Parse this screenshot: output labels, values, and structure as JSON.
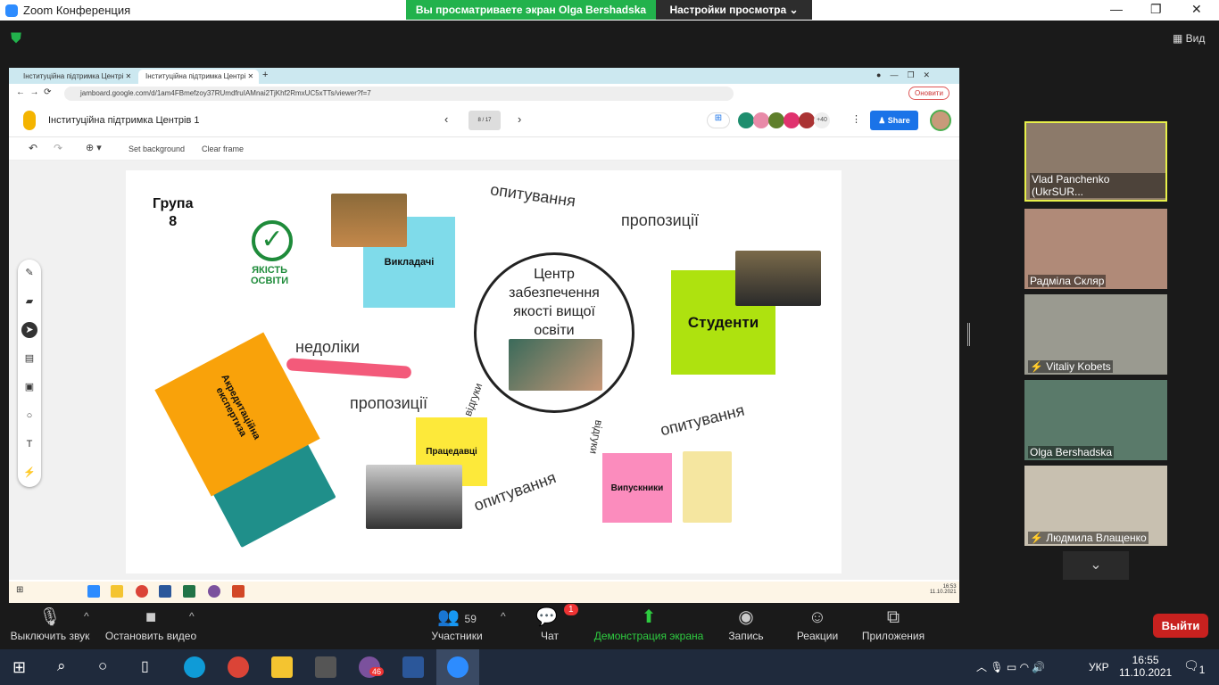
{
  "zoom": {
    "title": "Zoom Конференция",
    "banner": "Вы просматриваете экран Olga Bershadska",
    "view_options": "Настройки просмотра",
    "view_label": "Вид"
  },
  "browser": {
    "tabs": [
      "Інституційна підтримка Центрі",
      "Інституційна підтримка Центрі"
    ],
    "url": "jamboard.google.com/d/1am4FBmefzoy37RUmdfruIAMnai2TjKhf2RmxUC5xTTs/viewer?f=7",
    "update_button": "Оновити"
  },
  "jamboard": {
    "title": "Інституційна підтримка Центрів 1",
    "frame_counter": "8 / 17",
    "share": "Share",
    "extra_collaborators": "+40",
    "toolbar": {
      "set_background": "Set background",
      "clear_frame": "Clear frame"
    }
  },
  "board": {
    "group": "Група\n8",
    "quality": "ЯКІСТЬ\nОСВІТИ",
    "center": "Центр забезпечення якості вищої освіти",
    "stickies": {
      "teachers": "Викладачі",
      "students": "Студенти",
      "employers": "Працедавці",
      "graduates": "Випускники",
      "accreditation": "Акредитаційна експертиза"
    },
    "labels": {
      "survey1": "опитування",
      "proposals1": "пропозиції",
      "shortcomings": "недоліки",
      "proposals2": "пропозиції",
      "feedback1": "відгуки",
      "feedback2": "відгуки",
      "survey2": "опитування",
      "survey3": "опитування"
    }
  },
  "windows_inner": {
    "time": "16:53",
    "date": "11.10.2021"
  },
  "participants": [
    {
      "name": "Vlad Panchenko (UkrSUR..."
    },
    {
      "name": "Радміла Скляр"
    },
    {
      "name": "Vitaliy Kobets"
    },
    {
      "name": "Olga Bershadska"
    },
    {
      "name": "Людмила Влащенко"
    }
  ],
  "controls": {
    "mute": "Выключить звук",
    "video": "Остановить видео",
    "participants": "Участники",
    "participants_count": "59",
    "chat": "Чат",
    "chat_badge": "1",
    "share": "Демонстрация экрана",
    "record": "Запись",
    "reactions": "Реакции",
    "apps": "Приложения",
    "exit": "Выйти"
  },
  "taskbar": {
    "lang": "УКР",
    "time": "16:55",
    "date": "11.10.2021",
    "viber_badge": "46",
    "notif": "1"
  }
}
